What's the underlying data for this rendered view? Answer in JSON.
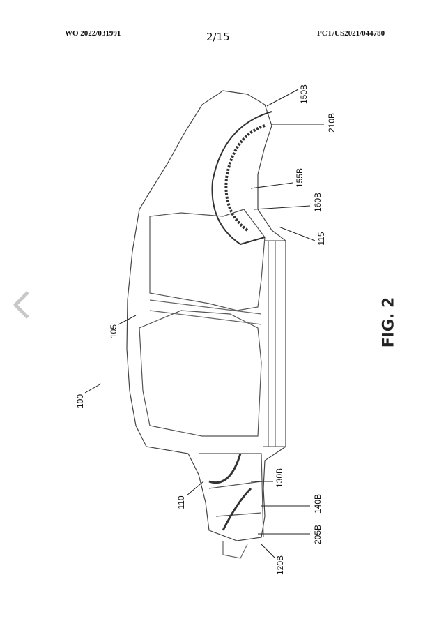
{
  "header": {
    "publication_number": "WO 2022/031991",
    "page_indicator": "2/15",
    "application_number": "PCT/US2021/044780"
  },
  "figure": {
    "title": "FIG. 2",
    "reference_labels": [
      "150B",
      "210B",
      "155B",
      "160B",
      "115",
      "105",
      "100",
      "110",
      "130B",
      "140B",
      "205B",
      "120B"
    ]
  },
  "navigation": {
    "prev_icon": "chevron-left-icon"
  }
}
